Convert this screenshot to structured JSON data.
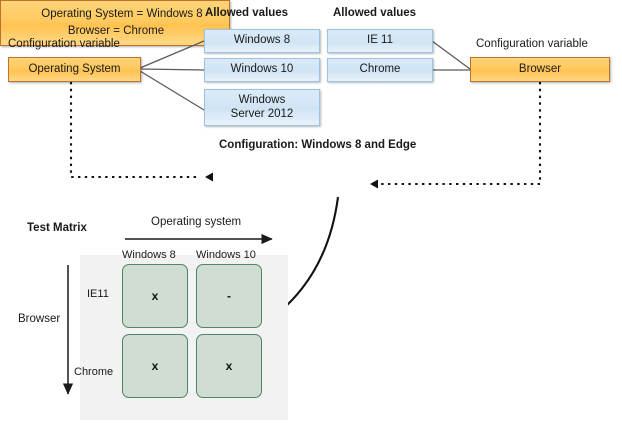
{
  "diagram": {
    "title_hidden": "",
    "left_variable": {
      "caption": "Configuration variable",
      "name": "Operating System",
      "allowed_caption": "Allowed values",
      "allowed_values": [
        "Windows 8",
        "Windows 10",
        "Windows\nServer 2012"
      ]
    },
    "right_variable": {
      "caption": "Configuration variable",
      "name": "Browser",
      "allowed_caption": "Allowed values",
      "allowed_values": [
        "IE 11",
        "Chrome"
      ]
    },
    "configuration": {
      "title": "Configuration: Windows 8 and Edge",
      "line1": "Operating System = Windows 8",
      "line2": "Browser = Chrome"
    },
    "matrix": {
      "title": "Test Matrix",
      "x_axis_label": "Operating system",
      "y_axis_label": "Browser",
      "columns": [
        "Windows 8",
        "Windows 10"
      ],
      "rows": [
        "IE11",
        "Chrome"
      ],
      "cells": [
        [
          "x",
          "-"
        ],
        [
          "x",
          "x"
        ]
      ]
    },
    "colors": {
      "orange_fill": "#ffc95e",
      "orange_border": "#c0712a",
      "blue_fill": "#d2e5f5",
      "blue_border": "#9cc2e5",
      "cell_fill": "#cfddd2",
      "cell_border": "#4f8466",
      "panel_bg": "#f2f2f2",
      "connector": "#3f3f3f"
    }
  }
}
